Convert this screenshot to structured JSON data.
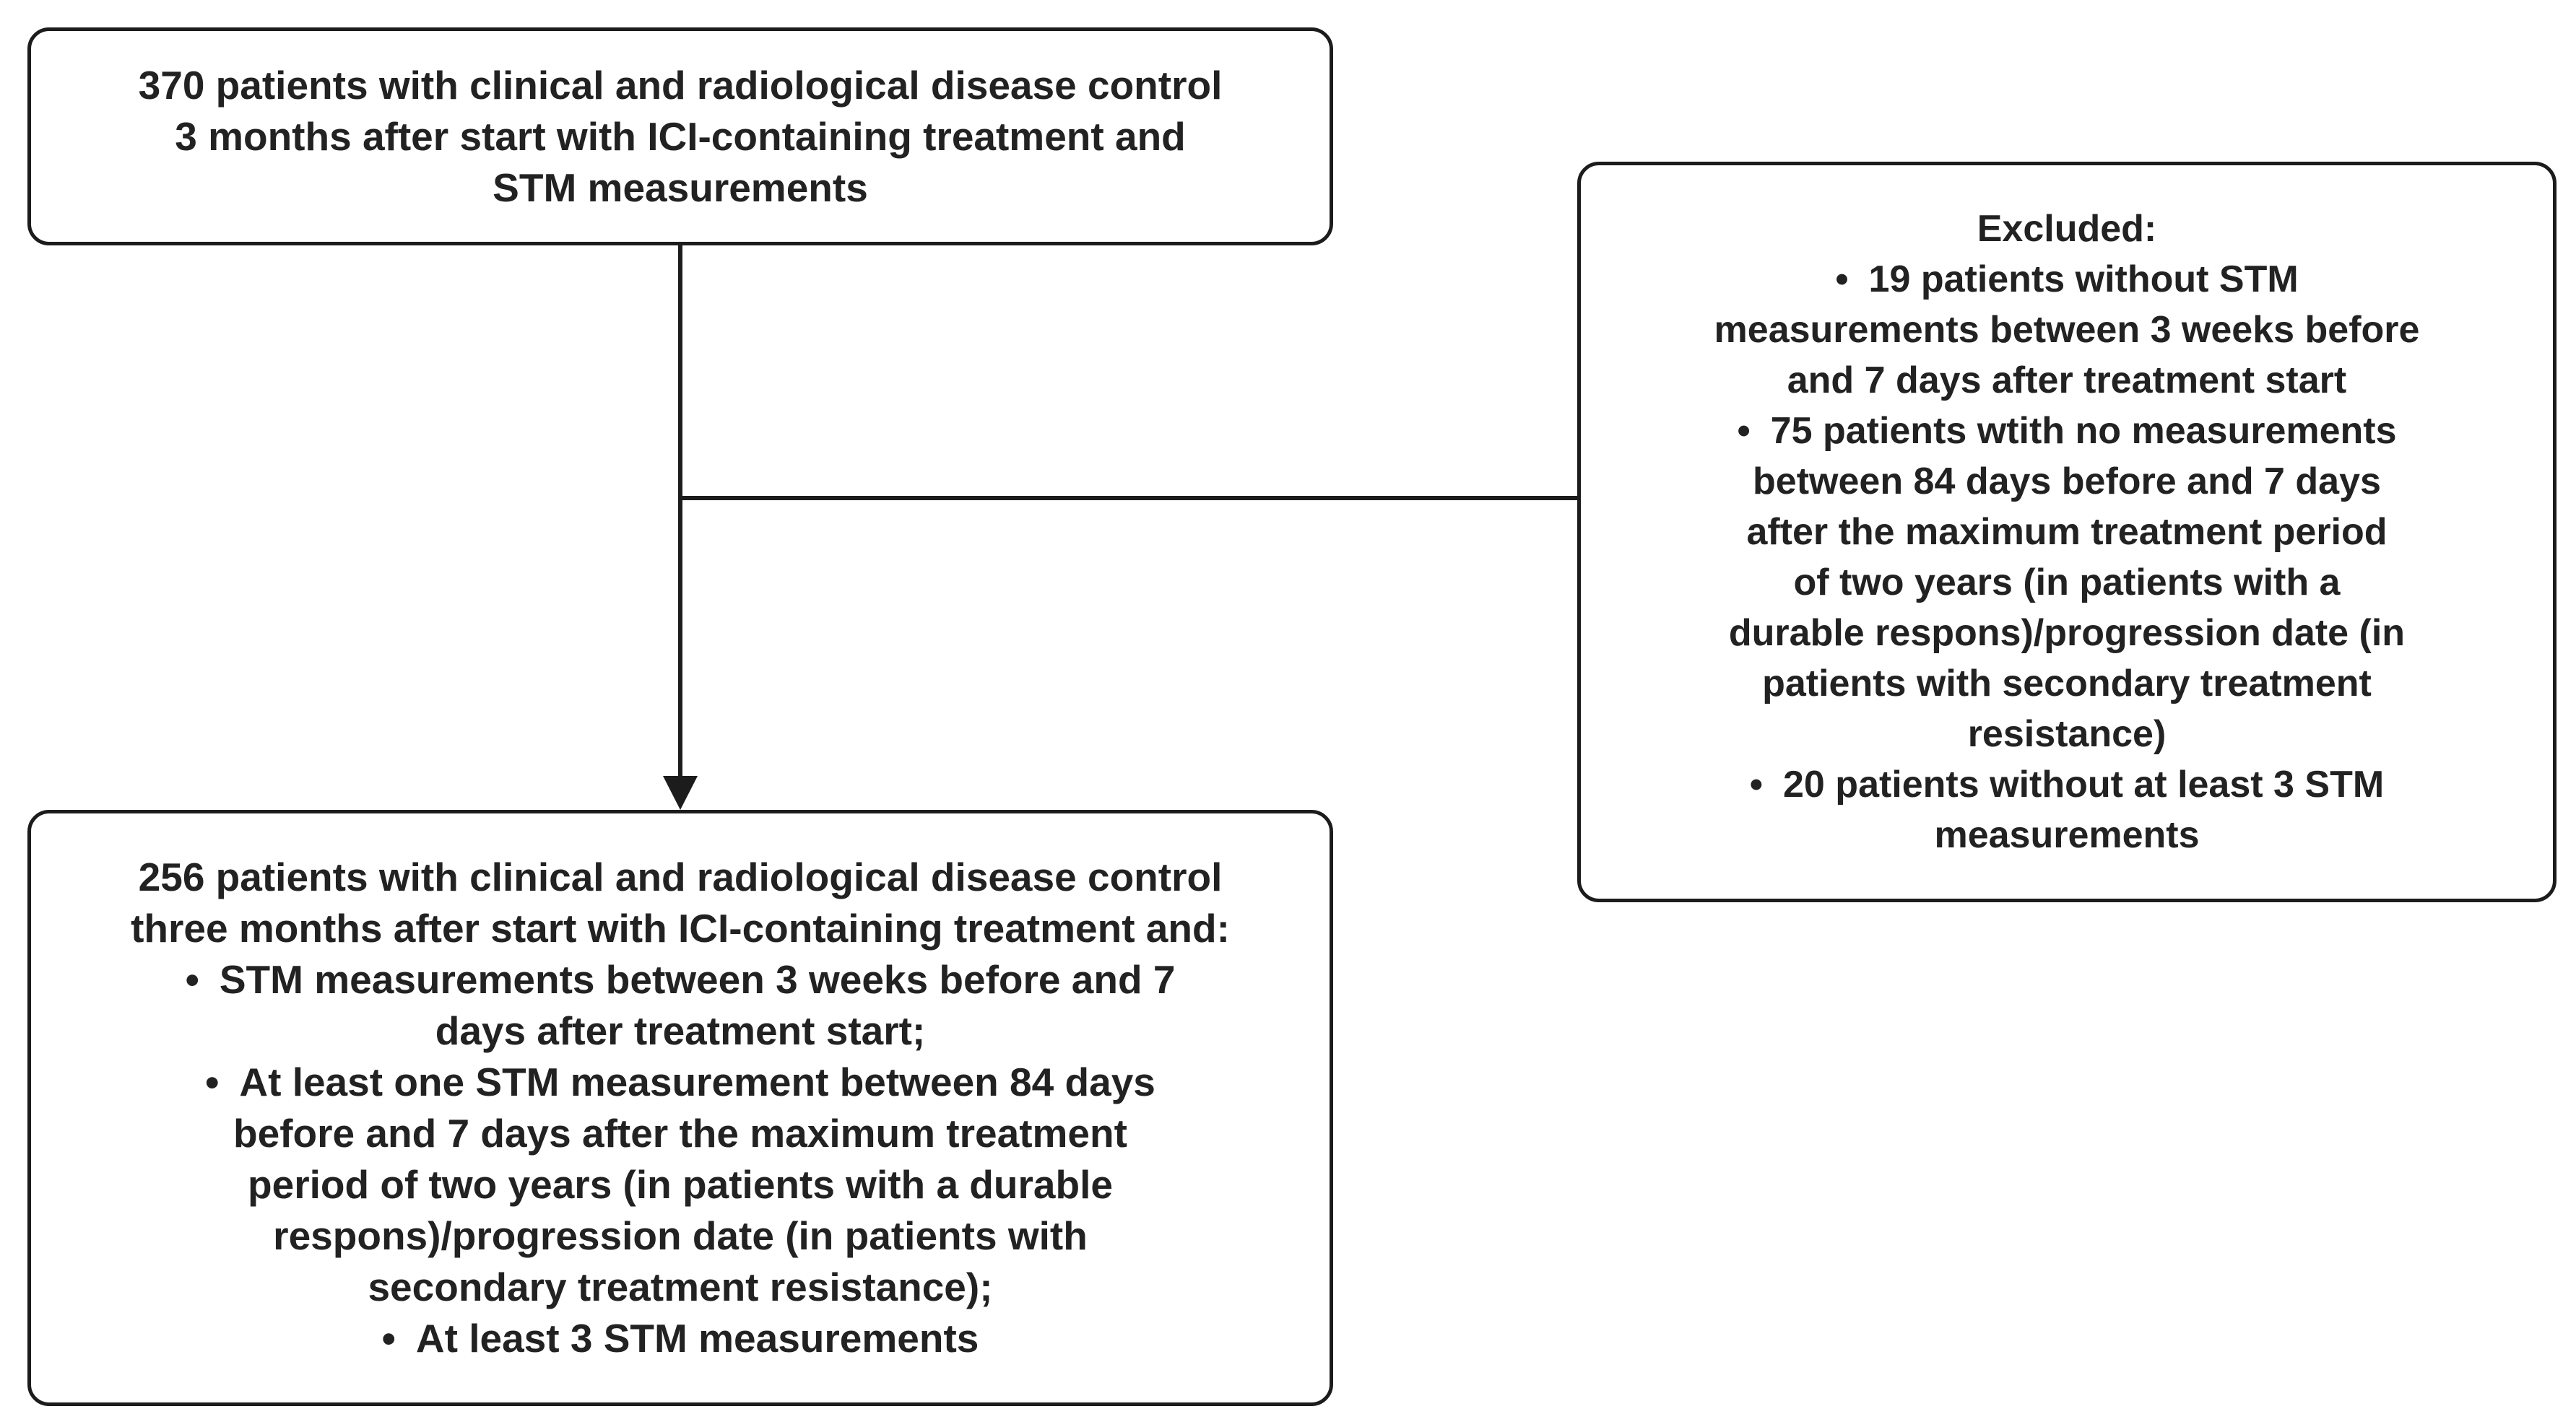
{
  "top_box": {
    "lines": [
      "370 patients with clinical and radiological disease control",
      "3 months after start with ICI-containing treatment and",
      "STM measurements"
    ]
  },
  "excluded_box": {
    "heading": "Excluded:",
    "items": [
      {
        "lines": [
          "19 patients without STM",
          "measurements between 3 weeks before",
          "and 7 days after treatment start"
        ]
      },
      {
        "lines": [
          "75 patients wtith no measurements",
          "between 84 days before and 7 days",
          "after the maximum treatment period",
          "of two years (in patients with a",
          "durable respons)/progression date (in",
          "patients with secondary treatment",
          "resistance)"
        ]
      },
      {
        "lines": [
          "20 patients without at least 3 STM",
          "measurements"
        ]
      }
    ]
  },
  "bottom_box": {
    "intro": [
      "256 patients with clinical and radiological disease control",
      "three months after start with ICI-containing treatment and:"
    ],
    "items": [
      {
        "lines": [
          "STM measurements between 3 weeks before and 7",
          "days after treatment start;"
        ]
      },
      {
        "lines": [
          "At least one STM measurement between 84 days",
          "before and 7 days after the maximum treatment",
          "period of two years (in patients with a durable",
          "respons)/progression date (in patients with",
          "secondary treatment resistance);"
        ]
      },
      {
        "lines": [
          "At least 3 STM measurements"
        ]
      }
    ]
  },
  "colors": {
    "stroke": "#1c1c1c",
    "text": "#222222",
    "background": "#ffffff"
  }
}
